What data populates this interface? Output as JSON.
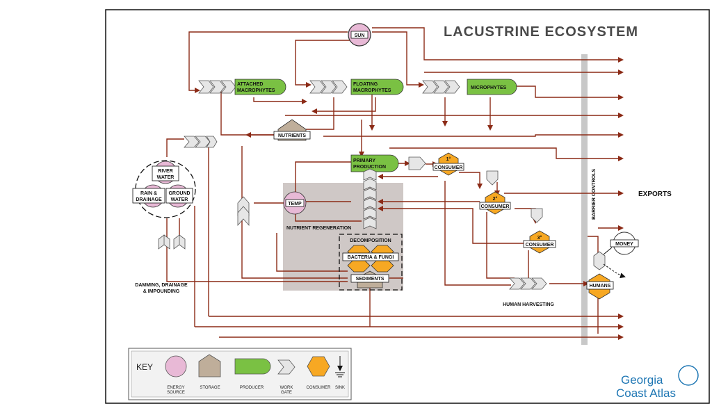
{
  "title": "LACUSTRINE ECOSYSTEM",
  "nodes": {
    "sun": "SUN",
    "attached_macrophytes": [
      "ATTACHED",
      "MACROPHYTES"
    ],
    "floating_macrophytes": [
      "FLOATING",
      "MACROPHYTES"
    ],
    "microphytes": "MICROPHYTES",
    "nutrients": "NUTRIENTS",
    "river_water": [
      "RIVER",
      "WATER"
    ],
    "rain_drainage": [
      "RAIN &",
      "DRAINAGE"
    ],
    "ground_water": [
      "GROUND",
      "WATER"
    ],
    "primary_production": [
      "PRIMARY",
      "PRODUCTION"
    ],
    "consumer_1": "CONSUMER",
    "consumer_1_level": "1°",
    "consumer_2": "CONSUMER",
    "consumer_2_level": "2°",
    "consumer_3": "CONSUMER",
    "consumer_3_level": "3°",
    "temp": "TEMP",
    "bacteria_fungi": "BACTERIA & FUNGI",
    "sediments": "SEDIMENTS",
    "humans": "HUMANS",
    "money": "MONEY"
  },
  "labels": {
    "nutrient_regeneration": "NUTRIENT REGENERATION",
    "decomposition": "DECOMPOSITION",
    "damming": [
      "DAMMING, DRAINAGE",
      "& IMPOUNDING"
    ],
    "human_harvesting": "HUMAN HARVESTING",
    "barrier_controls": "BARRIER CONTROLS",
    "exports": "EXPORTS"
  },
  "key": {
    "title": "KEY",
    "energy_source": [
      "ENERGY",
      "SOURCE"
    ],
    "storage": "STORAGE",
    "producer": "PRODUCER",
    "work_gate": [
      "WORK",
      "GATE"
    ],
    "consumer": "CONSUMER",
    "sink": "SINK"
  },
  "logo": {
    "line1": "Georgia",
    "line2": "Coast Atlas"
  },
  "colors": {
    "flow": "#8b2a16",
    "energy": "#e8b9d6",
    "storage": "#bfae9a",
    "producer": "#7ac143",
    "consumer": "#f7a823",
    "gate": "#e6e6e6",
    "barrier": "#c8c8c8",
    "region": "#cfc8c6",
    "logo": "#1f77b4"
  }
}
